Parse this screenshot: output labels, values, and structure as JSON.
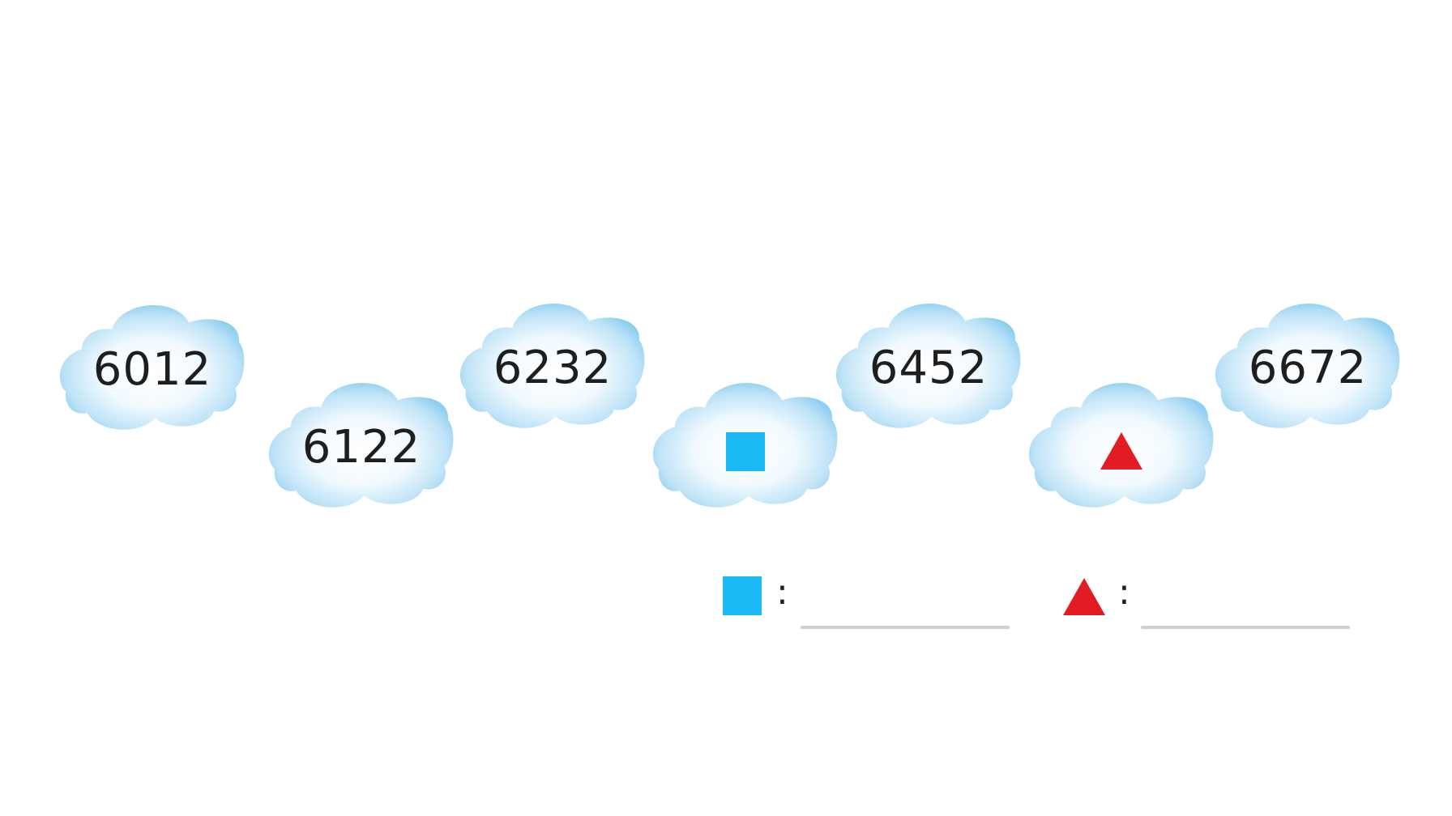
{
  "clouds": [
    {
      "label": "6012"
    },
    {
      "label": "6122"
    },
    {
      "label": "6232"
    },
    {
      "symbol": "blue-square"
    },
    {
      "label": "6452"
    },
    {
      "symbol": "red-triangle"
    },
    {
      "label": "6672"
    }
  ],
  "answers": [
    {
      "symbol": "blue-square",
      "separator": ":",
      "value": ""
    },
    {
      "symbol": "red-triangle",
      "separator": ":",
      "value": ""
    }
  ],
  "colors": {
    "square": "#19b9f5",
    "triangle": "#e31c23",
    "cloud_edge": "#7cc8ee",
    "cloud_center": "#ffffff",
    "text": "#1e1e1e",
    "blank_line": "#cfcfcf"
  }
}
